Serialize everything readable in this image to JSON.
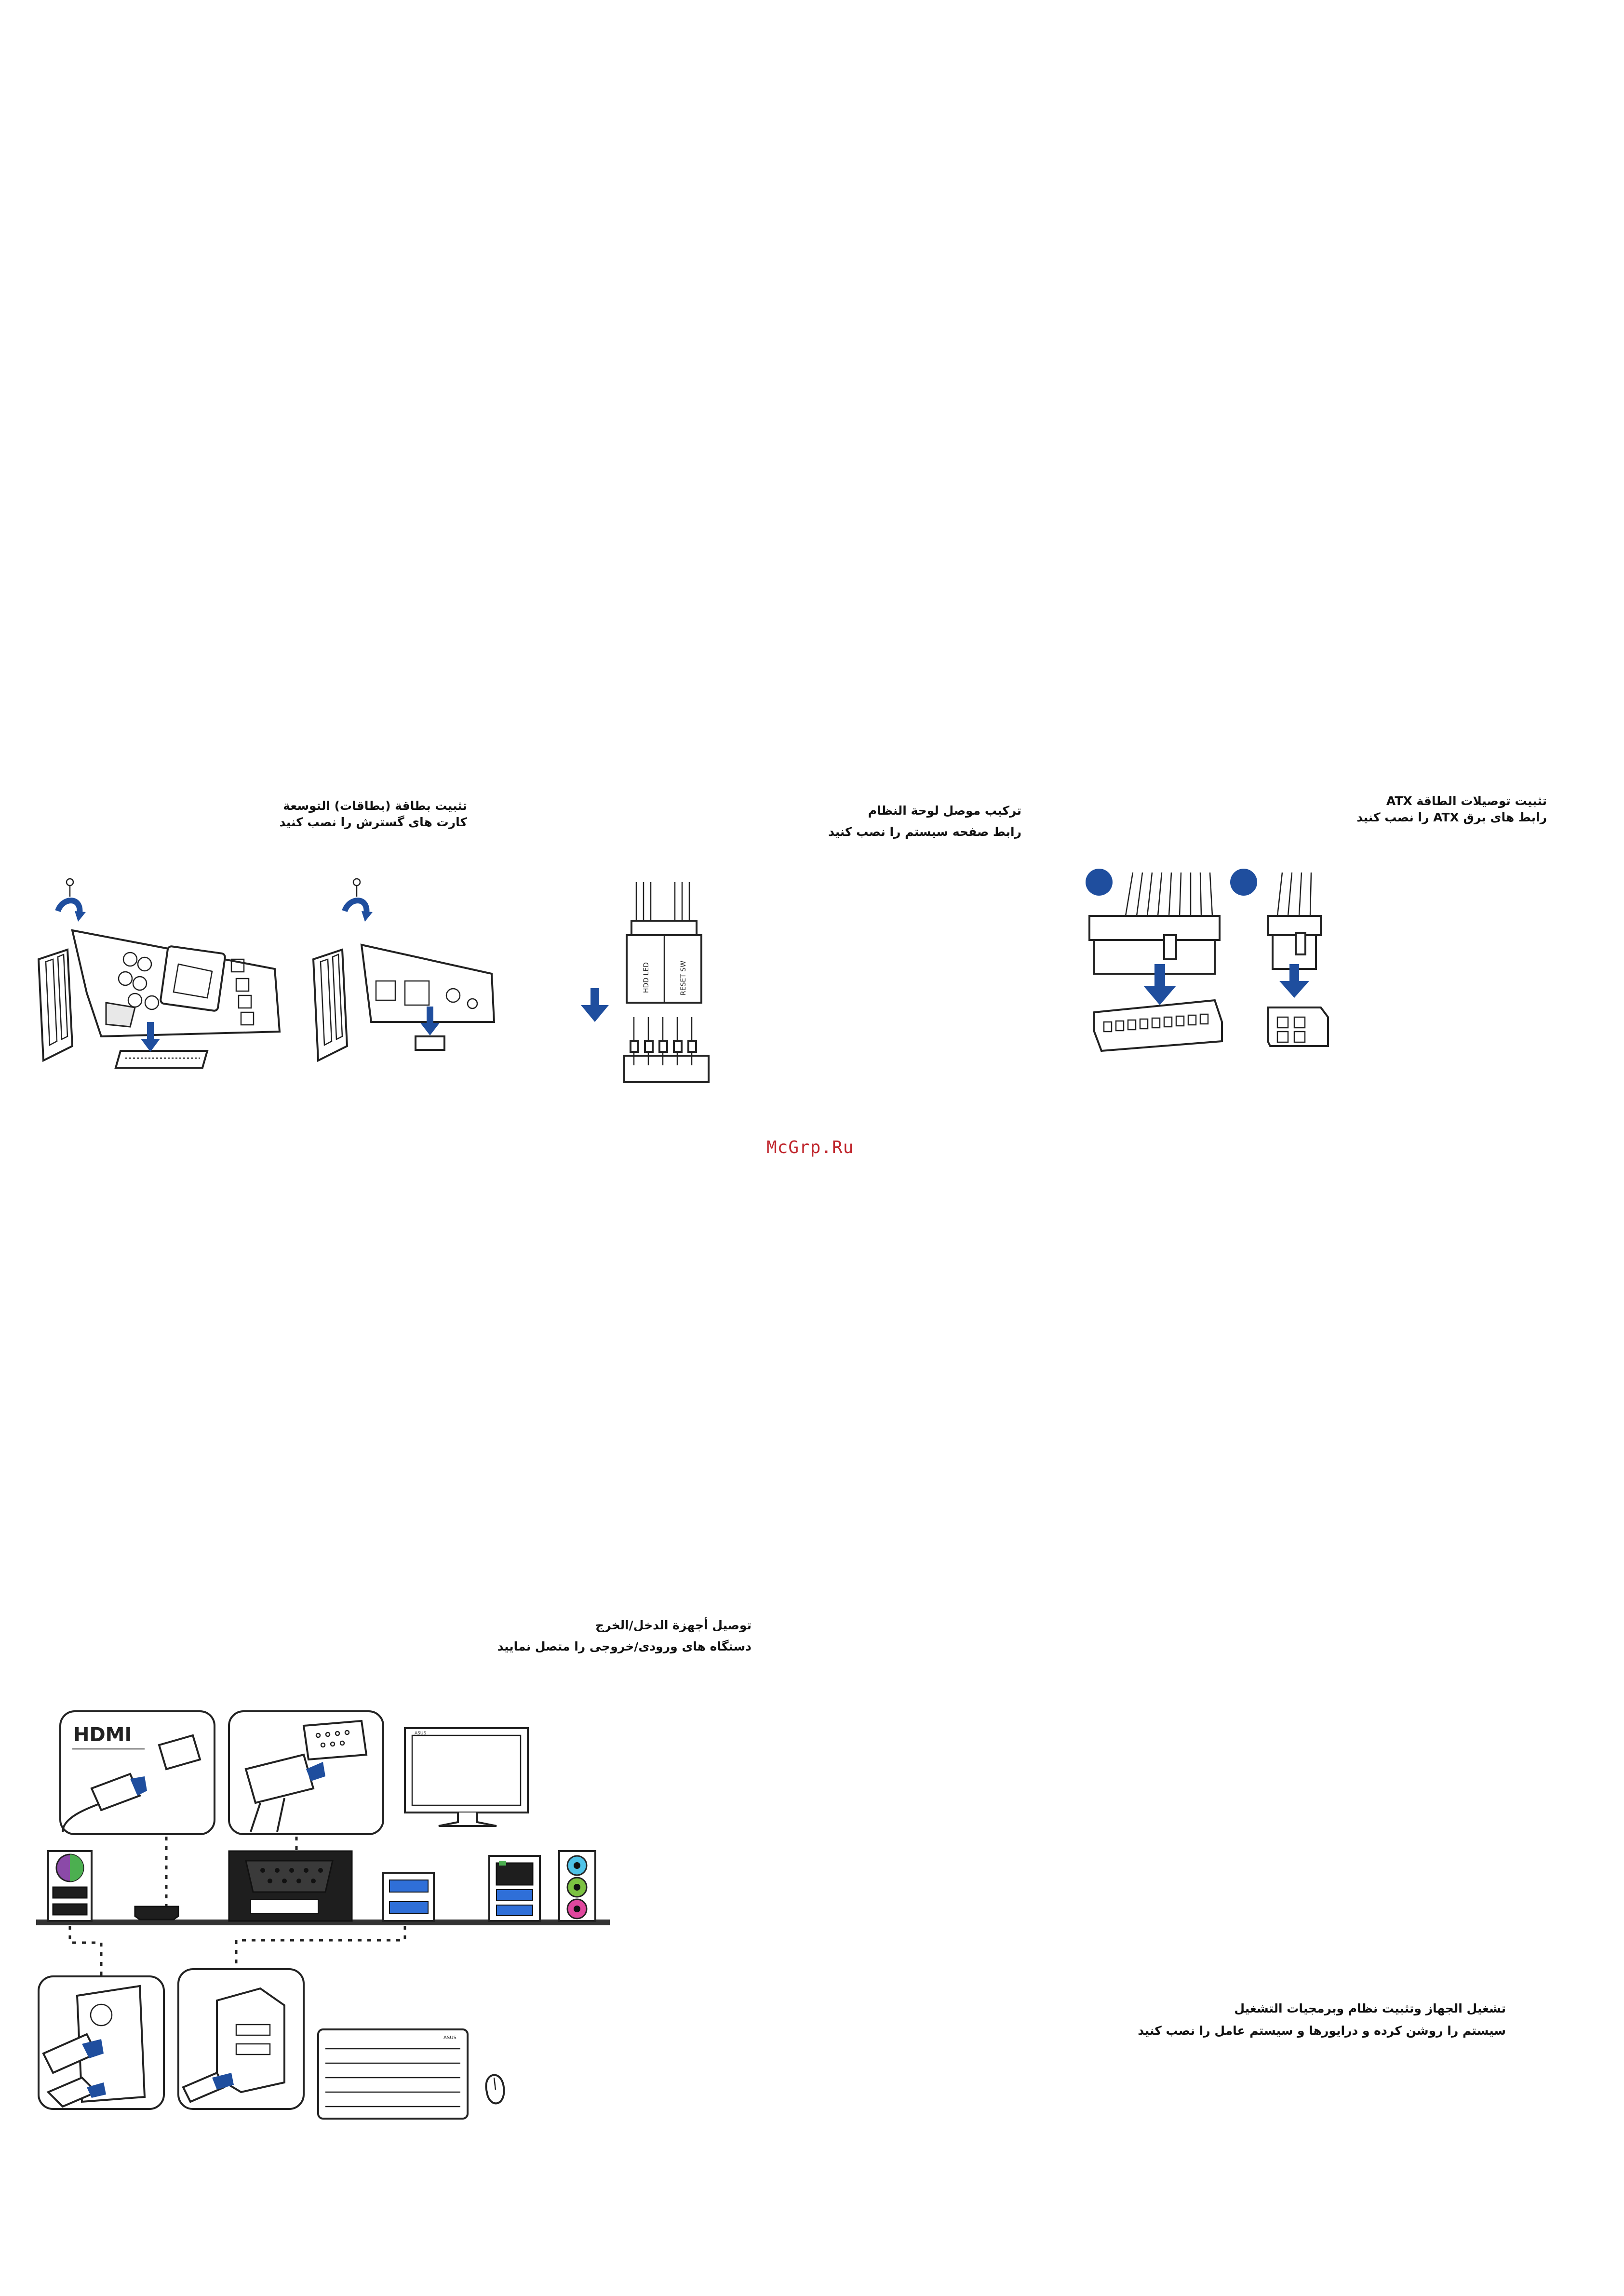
{
  "sections": {
    "expansion": {
      "title": "تثبيت بطاقة (بطاقات) التوسعة",
      "subtitle": "كارت های گسترش را نصب کنید"
    },
    "system_panel": {
      "title": "تركيب موصل لوحة النظام",
      "subtitle": "رابط صفحه سیستم را نصب کنید"
    },
    "atx_power": {
      "title": "تثبيت توصيلات الطاقة ATX",
      "subtitle": "رابط های برق ATX را نصب کنید"
    },
    "io_devices": {
      "title": "توصيل أجهزة الدخل/الخرج",
      "subtitle": "دستگاه های ورودی/خروجی را متصل نمایید"
    },
    "power_on": {
      "title": "تشغيل الجهاز وتثبيت نظام وبرمجيات التشغيل",
      "subtitle": "سیستم را روشن کرده و درایورها و سیستم عامل را نصب کنید"
    }
  },
  "diagram_labels": {
    "hdd_led": "HDD LED",
    "reset_sw": "RESET SW",
    "hdmi_logo": "HDMI",
    "monitor_brand": "ASUS",
    "keyboard_brand": "ASUS"
  },
  "watermark": "McGrp.Ru",
  "colors": {
    "arrow_blue": "#1f4e9e",
    "watermark_red": "#c0262d",
    "ps2_purple": "#8b4aa8",
    "ps2_green": "#4caf50",
    "usb3_blue": "#2f6fd8",
    "audio_blue": "#4fc3e8",
    "audio_green": "#7cc242",
    "audio_pink": "#e0479e"
  }
}
